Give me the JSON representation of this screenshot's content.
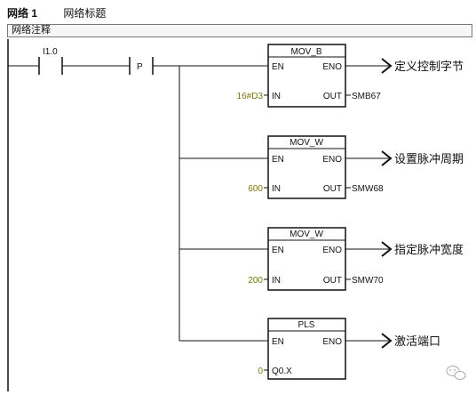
{
  "network": {
    "number": "网络 1",
    "title": "网络标题",
    "comment": "网络注释"
  },
  "contacts": {
    "input": "I1.0",
    "edge": "P"
  },
  "blocks": [
    {
      "name": "MOV_B",
      "en": "EN",
      "eno": "ENO",
      "in_pin": "IN",
      "out_pin": "OUT",
      "in_value": "16#D3",
      "out_value": "SMB67",
      "comment": "定义控制字节"
    },
    {
      "name": "MOV_W",
      "en": "EN",
      "eno": "ENO",
      "in_pin": "IN",
      "out_pin": "OUT",
      "in_value": "600",
      "out_value": "SMW68",
      "comment": "设置脉冲周期"
    },
    {
      "name": "MOV_W",
      "en": "EN",
      "eno": "ENO",
      "in_pin": "IN",
      "out_pin": "OUT",
      "in_value": "200",
      "out_value": "SMW70",
      "comment": "指定脉冲宽度"
    },
    {
      "name": "PLS",
      "en": "EN",
      "eno": "ENO",
      "in_pin": "Q0.X",
      "out_pin": "",
      "in_value": "0",
      "out_value": "",
      "comment": "激活端口"
    }
  ],
  "watermark": {
    "icon": "wechat-icon"
  }
}
